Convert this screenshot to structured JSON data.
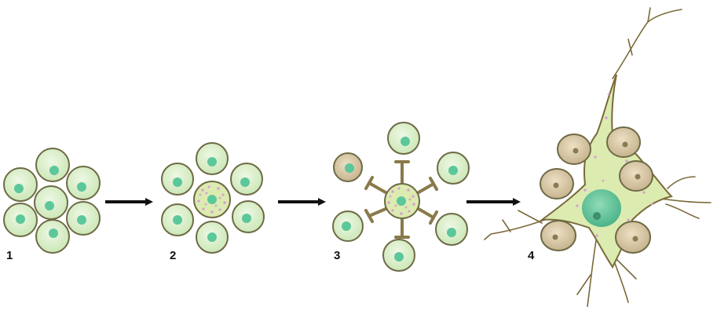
{
  "stages": [
    {
      "label": "1"
    },
    {
      "label": "2"
    },
    {
      "label": "3"
    },
    {
      "label": "4"
    }
  ],
  "arrows": [
    {
      "from": "1",
      "to": "2"
    },
    {
      "from": "2",
      "to": "3"
    },
    {
      "from": "3",
      "to": "4"
    }
  ],
  "colors": {
    "cell_fill": "#d8efc8",
    "cell_outline": "#6e6a45",
    "nucleus": "#5cc79a",
    "nucleus_dark": "#3f8f6c",
    "tan_cell_fill": "#d9c9a4",
    "tan_nucleus": "#8b7a52",
    "neuron_fill": "#dcebb0",
    "process_line": "#7a6a3a",
    "granule": "#d8a0d8",
    "arrow": "#111111"
  }
}
